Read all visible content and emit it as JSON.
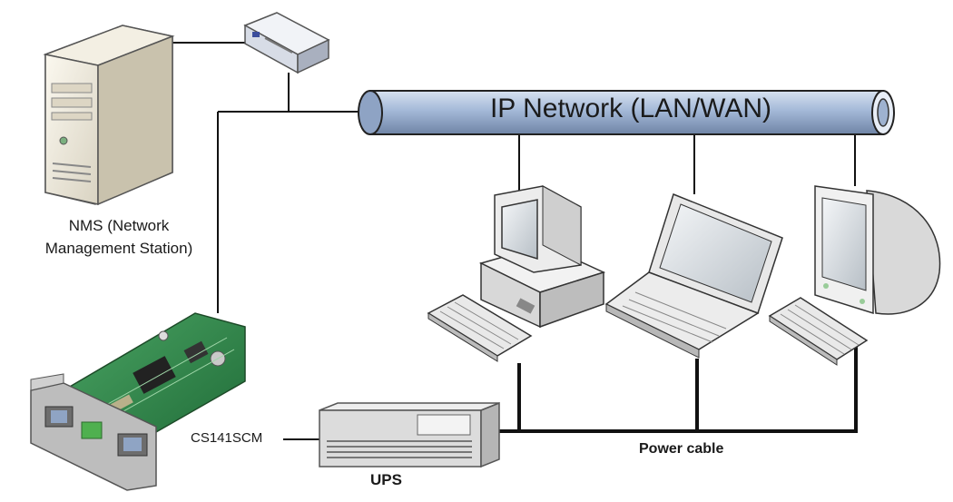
{
  "network": {
    "label": "IP Network (LAN/WAN)"
  },
  "nms": {
    "line1": "NMS (Network",
    "line2": "Management Station)"
  },
  "card": {
    "label": "CS141SCM"
  },
  "ups": {
    "label": "UPS"
  },
  "cable": {
    "label": "Power cable"
  },
  "colors": {
    "pipe": "#9db3d2",
    "pipe_dark": "#5d6f8c",
    "line": "#111111",
    "card_green": "#2f8d4a"
  }
}
